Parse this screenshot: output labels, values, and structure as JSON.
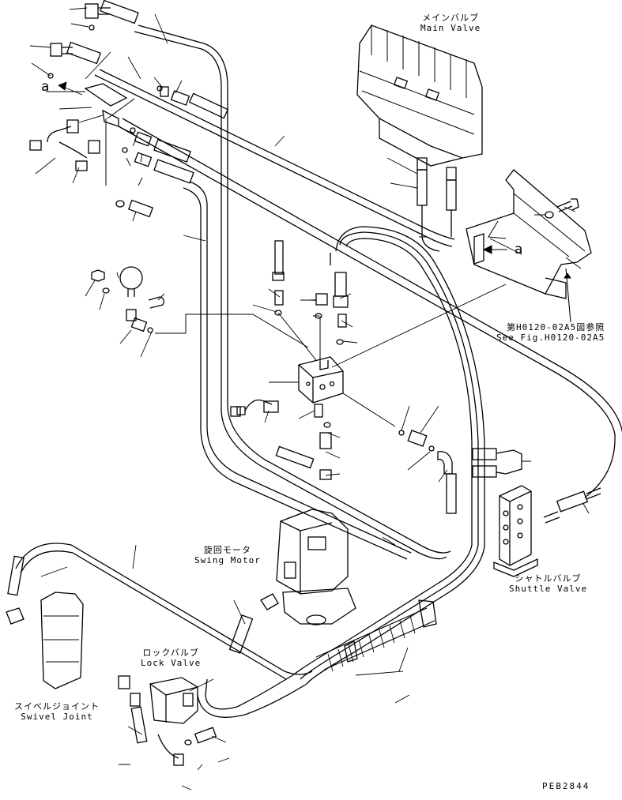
{
  "labels": {
    "main_valve_jp": "メインバルブ",
    "main_valve_en": "Main Valve",
    "swing_motor_jp": "旋回モータ",
    "swing_motor_en": "Swing Motor",
    "shuttle_valve_jp": "シャトルバルブ",
    "shuttle_valve_en": "Shuttle Valve",
    "lock_valve_jp": "ロックバルブ",
    "lock_valve_en": "Lock Valve",
    "swivel_joint_jp": "スイベルジョイント",
    "swivel_joint_en": "Swivel Joint",
    "ref_jp": "第H0120-02A5図参照",
    "ref_en": "See Fig.H0120-02A5",
    "detail_letter_1": "a",
    "detail_letter_2": "a",
    "drawing_code": "PEB2844"
  }
}
